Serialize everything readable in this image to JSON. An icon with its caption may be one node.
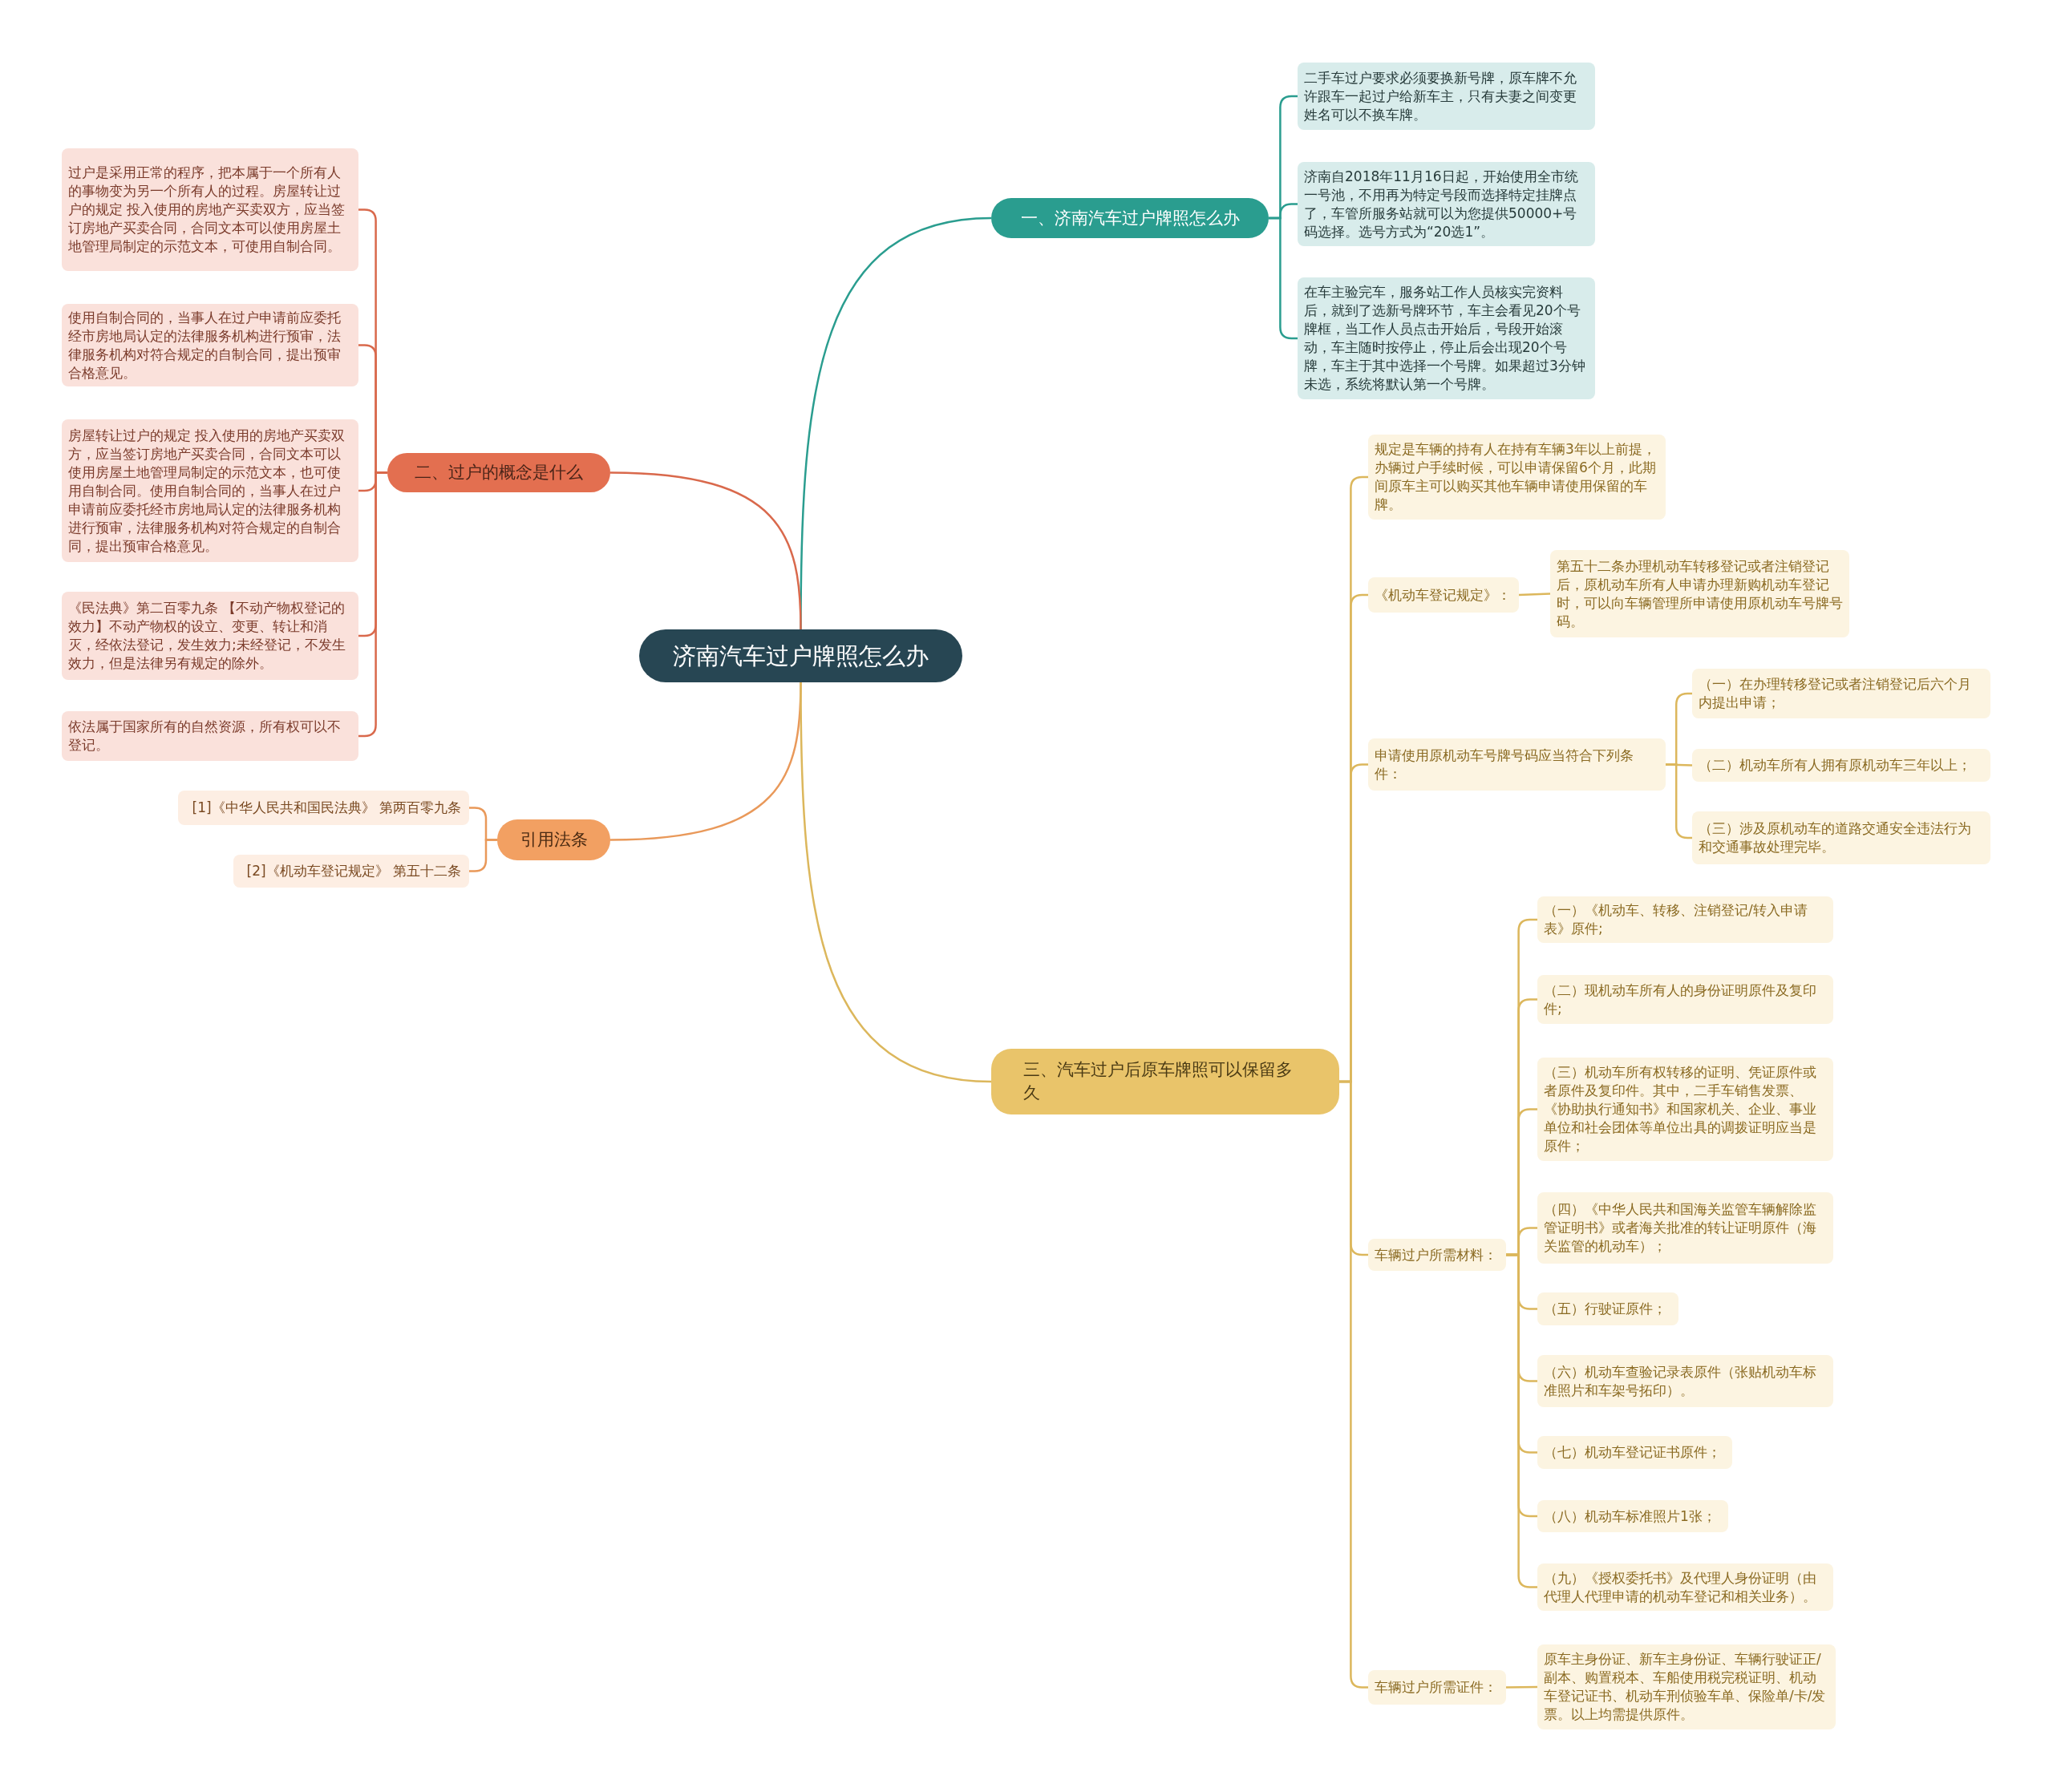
{
  "diagram": {
    "nodes": [
      {
        "text": [
          "济南汽车过户牌照怎么办"
        ]
      },
      {
        "text": [
          "一、济南汽车过户牌照怎么办"
        ]
      },
      {
        "text": [
          "二手车过户要求必须要换新号牌，原车牌不允许跟车一起过户给新车主，只有夫妻之间变更姓名可以不换车牌。"
        ]
      },
      {
        "text": [
          "济南自2018年11月16日起，开始使用全市统一号池，不用再为特定号段而选择特定挂牌点了，车管所服务站就可以为您提供50000+号码选择。选号方式为“20选1”。"
        ]
      },
      {
        "text": [
          "在车主验完车，服务站工作人员核实完资料后，就到了选新号牌环节，车主会看见20个号牌框，当工作人员点击开始后，号段开始滚动，车主随时按停止，停止后会出现20个号牌，车主于其中选择一个号牌。如果超过3分钟未选，系统将默认第一个号牌。"
        ]
      },
      {
        "text": [
          "二、过户的概念是什么"
        ]
      },
      {
        "text": [
          "过户是采用正常的程序，把本属于一个所有人的事物变为另一个所有人的过程。房屋转让过户的规定 投入使用的房地产买卖双方，应当签订房地产买卖合同，合同文本可以使用房屋土地管理局制定的示范文本，可使用自制合同。"
        ]
      },
      {
        "text": [
          "使用自制合同的，当事人在过户申请前应委托经市房地局认定的法律服务机构进行预审，法律服务机构对符合规定的自制合同，提出预审合格意见。"
        ]
      },
      {
        "text": [
          "房屋转让过户的规定 投入使用的房地产买卖双方，应当签订房地产买卖合同，合同文本可以使用房屋土地管理局制定的示范文本，也可使用自制合同。使用自制合同的，当事人在过户申请前应委托经市房地局认定的法律服务机构进行预审，法律服务机构对符合规定的自制合同，提出预审合格意见。"
        ]
      },
      {
        "text": [
          "《民法典》第二百零九条 【不动产物权登记的效力】不动产物权的设立、变更、转让和消灭，经依法登记，发生效力;未经登记，不发生效力，但是法律另有规定的除外。"
        ]
      },
      {
        "text": [
          "依法属于国家所有的自然资源，所有权可以不登记。"
        ]
      },
      {
        "text": [
          "引用法条"
        ]
      },
      {
        "text": [
          "[1]《中华人民共和国民法典》 第两百零九条"
        ]
      },
      {
        "text": [
          "[2]《机动车登记规定》 第五十二条"
        ]
      },
      {
        "text": [
          "三、汽车过户后原车牌照可以保留多久"
        ]
      },
      {
        "text": [
          "规定是车辆的持有人在持有车辆3年以上前提，办辆过户手续时候，可以申请保留6个月，此期间原车主可以购买其他车辆申请使用保留的车牌。"
        ]
      },
      {
        "text": [
          "《机动车登记规定》："
        ]
      },
      {
        "text": [
          "第五十二条办理机动车转移登记或者注销登记后，原机动车所有人申请办理新购机动车登记时，可以向车辆管理所申请使用原机动车号牌号码。"
        ]
      },
      {
        "text": [
          "申请使用原机动车号牌号码应当符合下列条件："
        ]
      },
      {
        "text": [
          "（一）在办理转移登记或者注销登记后六个月内提出申请；"
        ]
      },
      {
        "text": [
          "（二）机动车所有人拥有原机动车三年以上；"
        ]
      },
      {
        "text": [
          "（三）涉及原机动车的道路交通安全违法行为和交通事故处理完毕。"
        ]
      },
      {
        "text": [
          "车辆过户所需材料："
        ]
      },
      {
        "text": [
          "（一）《机动车、转移、注销登记/转入申请表》原件;"
        ]
      },
      {
        "text": [
          "（二）现机动车所有人的身份证明原件及复印件;"
        ]
      },
      {
        "text": [
          "（三）机动车所有权转移的证明、凭证原件或者原件及复印件。其中，二手车销售发票、《协助执行通知书》和国家机关、企业、事业单位和社会团体等单位出具的调拨证明应当是原件；"
        ]
      },
      {
        "text": [
          "（四）《中华人民共和国海关监管车辆解除监管证明书》或者海关批准的转让证明原件（海关监管的机动车）；"
        ]
      },
      {
        "text": [
          "（五）行驶证原件；"
        ]
      },
      {
        "text": [
          "（六）机动车查验记录表原件（张贴机动车标准照片和车架号拓印）。"
        ]
      },
      {
        "text": [
          "（七）机动车登记证书原件；"
        ]
      },
      {
        "text": [
          "（八）机动车标准照片1张；"
        ]
      },
      {
        "text": [
          "（九）《授权委托书》及代理人身份证明（由代理人代理申请的机动车登记和相关业务）。"
        ]
      },
      {
        "text": [
          "车辆过户所需证件："
        ]
      },
      {
        "text": [
          "原车主身份证、新车主身份证、车辆行驶证正/副本、购置税本、车船使用税完税证明、机动车登记证书、机动车刑侦验车单、保险单/卡/发票。以上均需提供原件。"
        ]
      }
    ],
    "edges": [
      {
        "from": 0,
        "to": 1,
        "arrow": "none",
        "color": "#2a9d8f"
      },
      {
        "from": 1,
        "to": 2,
        "arrow": "none",
        "color": "#2a9d8f"
      },
      {
        "from": 1,
        "to": 3,
        "arrow": "none",
        "color": "#2a9d8f"
      },
      {
        "from": 1,
        "to": 4,
        "arrow": "none",
        "color": "#2a9d8f"
      },
      {
        "from": 0,
        "to": 5,
        "arrow": "none",
        "color": "#d9694c"
      },
      {
        "from": 5,
        "to": 6,
        "arrow": "none",
        "color": "#d9694c"
      },
      {
        "from": 5,
        "to": 7,
        "arrow": "none",
        "color": "#d9694c"
      },
      {
        "from": 5,
        "to": 8,
        "arrow": "none",
        "color": "#d9694c"
      },
      {
        "from": 5,
        "to": 9,
        "arrow": "none",
        "color": "#d9694c"
      },
      {
        "from": 5,
        "to": 10,
        "arrow": "none",
        "color": "#d9694c"
      },
      {
        "from": 0,
        "to": 11,
        "arrow": "none",
        "color": "#e9995a"
      },
      {
        "from": 11,
        "to": 12,
        "arrow": "none",
        "color": "#e9995a"
      },
      {
        "from": 11,
        "to": 13,
        "arrow": "none",
        "color": "#e9995a"
      },
      {
        "from": 0,
        "to": 14,
        "arrow": "none"
      },
      {
        "from": 14,
        "to": 15,
        "arrow": "none"
      },
      {
        "from": 14,
        "to": 16,
        "arrow": "none"
      },
      {
        "from": 16,
        "to": 17,
        "arrow": "none"
      },
      {
        "from": 14,
        "to": 18,
        "arrow": "none"
      },
      {
        "from": 18,
        "to": 19,
        "arrow": "none"
      },
      {
        "from": 18,
        "to": 20,
        "arrow": "none"
      },
      {
        "from": 18,
        "to": 21,
        "arrow": "none"
      },
      {
        "from": 14,
        "to": 22,
        "arrow": "none"
      },
      {
        "from": 22,
        "to": 23,
        "arrow": "none"
      },
      {
        "from": 22,
        "to": 24,
        "arrow": "none"
      },
      {
        "from": 22,
        "to": 25,
        "arrow": "none"
      },
      {
        "from": 22,
        "to": 26,
        "arrow": "none"
      },
      {
        "from": 22,
        "to": 27,
        "arrow": "none"
      },
      {
        "from": 22,
        "to": 28,
        "arrow": "none"
      },
      {
        "from": 22,
        "to": 29,
        "arrow": "none"
      },
      {
        "from": 22,
        "to": 30,
        "arrow": "none"
      },
      {
        "from": 22,
        "to": 31,
        "arrow": "none"
      },
      {
        "from": 14,
        "to": 32,
        "arrow": "none"
      },
      {
        "from": 32,
        "to": 33,
        "arrow": "none"
      }
    ]
  }
}
